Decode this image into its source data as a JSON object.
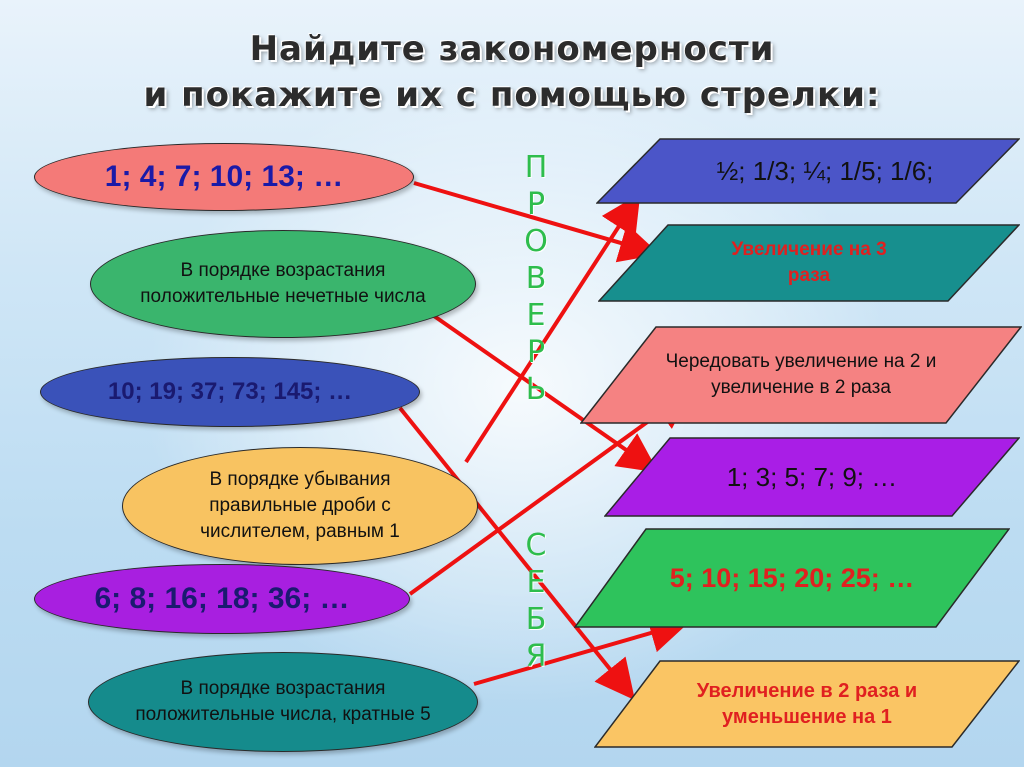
{
  "title": {
    "line1": "Найдите закономерности",
    "line2": "и покажите их с помощью стрелки:"
  },
  "left_items": [
    {
      "text": "1; 4; 7; 10; 13; …",
      "fill": "#f47a78",
      "text_color": "#1a1aa8"
    },
    {
      "text": "В порядке возрастания положительные нечетные числа",
      "fill": "#3ab56d",
      "text_color": "#111111"
    },
    {
      "text": "10; 19; 37; 73; 145; …",
      "fill": "#3a52b9",
      "text_color": "#1a1a70"
    },
    {
      "text": "В порядке убывания правильные дроби с числителем, равным 1",
      "fill": "#f8c361",
      "text_color": "#111111"
    },
    {
      "text": "6; 8; 16; 18; 36; …",
      "fill": "#a81fe0",
      "text_color": "#1a1a70"
    },
    {
      "text": "В порядке возрастания положительные числа, кратные 5",
      "fill": "#158b8c",
      "text_color": "#111111"
    }
  ],
  "right_items": [
    {
      "text": "½; 1/3; ¼; 1/5; 1/6;",
      "fill": "#4b55c8",
      "text_color": "#111111"
    },
    {
      "text": "Увеличение на 3 раза",
      "fill": "#178f8e",
      "text_color": "#e02020"
    },
    {
      "text": "Чередовать увеличение на 2 и увеличение в 2 раза",
      "fill": "#f58282",
      "text_color": "#111111"
    },
    {
      "text": "1; 3; 5; 7; 9; …",
      "fill": "#a91ee6",
      "text_color": "#111111"
    },
    {
      "text": "5; 10; 15; 20; 25; …",
      "fill": "#2ec35c",
      "text_color": "#e02020"
    },
    {
      "text": "Увеличение в 2 раза и уменьшение на 1",
      "fill": "#fac564",
      "text_color": "#e02020"
    }
  ],
  "vertical_words": [
    [
      "П",
      "Р",
      "О",
      "В",
      "Е",
      "Р",
      "Ь"
    ],
    [
      "С",
      "Е",
      "Б",
      "Я"
    ]
  ],
  "colors": {
    "arrow": "#ee1111",
    "vertical_text": "#2ebd4c"
  }
}
